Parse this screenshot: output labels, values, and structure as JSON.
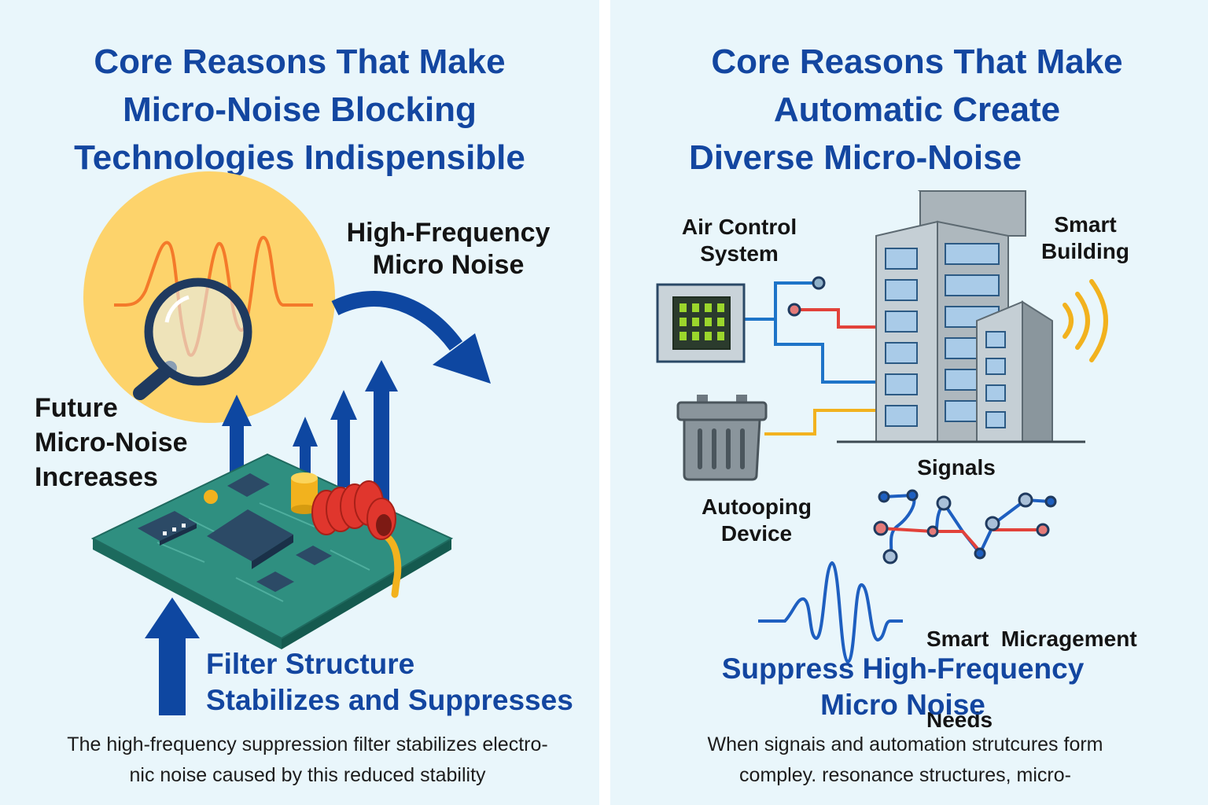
{
  "left": {
    "title": [
      "Core Reasons That Make",
      "Micro-Noise Blocking",
      "Technologies Indispensible"
    ],
    "label_high_freq": [
      "High-Frequency",
      "Micro Noise"
    ],
    "label_future": [
      "Future",
      "Micro-Noise",
      "Increases"
    ],
    "filter_heading": [
      "Filter Structure",
      "Stabilizes and Suppresses"
    ],
    "caption": [
      "The high-frequency suppression filter stabilizes electro-",
      "nic noise caused by this reduced stability"
    ]
  },
  "right": {
    "title": [
      "Core Reasons That Make",
      "Automatic Create",
      "Diverse Micro-Noise"
    ],
    "label_air": [
      "Air Control",
      "System"
    ],
    "label_building": [
      "Smart",
      "Building"
    ],
    "label_signals": "Signals",
    "label_device": [
      "Autooping",
      "Device"
    ],
    "label_mgmt": [
      "Smart  Micragement",
      "Needs"
    ],
    "suppress_heading": [
      "Suppress High-Frequency",
      "Micro Noise"
    ],
    "caption": [
      "When signais and automation strutcures form",
      "compley. resonance structures, micro-"
    ]
  },
  "colors": {
    "title_blue": "#1346a0",
    "arrow_blue": "#0e47a1",
    "pcb_green": "#2f8f80",
    "sun_yellow": "#fdd36b",
    "wave_orange": "#f47a2a",
    "wire_red": "#e2423a",
    "wire_yellow": "#f2b21e"
  },
  "icons": [
    "magnifier-icon",
    "circuit-board-icon",
    "inductor-coil-icon",
    "air-control-chip-icon",
    "battery-device-icon",
    "smart-building-icon",
    "wireless-signal-icon",
    "signal-network-icon",
    "noise-waveform-icon"
  ]
}
